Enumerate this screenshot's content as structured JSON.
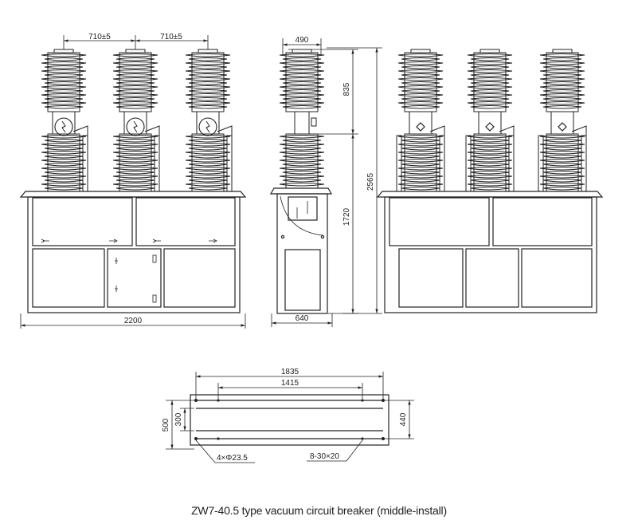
{
  "caption": "ZW7-40.5 type vacuum circuit breaker (middle-install)",
  "front_view": {
    "pole_spacing_1": "710±5",
    "pole_spacing_2": "710±5",
    "overall_width": "2200"
  },
  "side_view": {
    "insulator_width": "490",
    "upper_insulator_height": "835",
    "total_height": "2565",
    "mounting_height": "1720",
    "base_width": "640"
  },
  "base_plan": {
    "outer_length": "1835",
    "inner_length": "1415",
    "outer_width": "500",
    "inner_width": "300",
    "channel_width": "440",
    "hole_note": "4×Φ23.5",
    "slot_note": "8-30×20"
  },
  "colors": {
    "line": "#222222",
    "background": "#ffffff"
  }
}
